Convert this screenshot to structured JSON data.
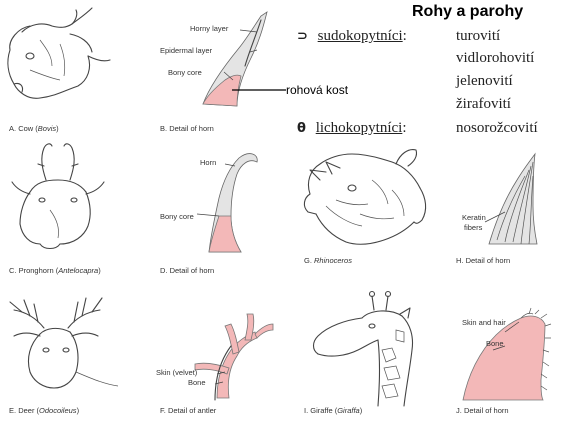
{
  "header": {
    "title": "Rohy a parohy"
  },
  "groups": {
    "sudo": {
      "bullet": "⊃",
      "label": "sudokopytníci",
      "colon": ":"
    },
    "licho": {
      "bullet": "θ",
      "label": "lichokopytníci",
      "colon": ":"
    }
  },
  "families": [
    "turovití",
    "vidlorohovití",
    "jelenovití",
    "žirafovití",
    "nosorožcovití"
  ],
  "annotation": {
    "rohova_kost": "rohová kost"
  },
  "panels": {
    "A": {
      "letter": "A.",
      "text": "Cow (",
      "italic": "Bovis",
      "end": ")"
    },
    "B": {
      "letter": "B.",
      "text": "Detail of horn"
    },
    "C": {
      "letter": "C.",
      "text": "Pronghorn (",
      "italic": "Antelocapra",
      "end": ")"
    },
    "D": {
      "letter": "D.",
      "text": "Detail of horn"
    },
    "E": {
      "letter": "E.",
      "text": "Deer (",
      "italic": "Odocoileus",
      "end": ")"
    },
    "F": {
      "letter": "F.",
      "text": "Detail of antler"
    },
    "G": {
      "letter": "G.",
      "text": "",
      "italic": "Rhinoceros",
      "end": ""
    },
    "H": {
      "letter": "H.",
      "text": "Detail of horn"
    },
    "I": {
      "letter": "I.",
      "text": "Giraffe (",
      "italic": "Giraffa",
      "end": ")"
    },
    "J": {
      "letter": "J.",
      "text": "Detail of horn"
    }
  },
  "labels": {
    "B": {
      "horny_layer": "Horny layer",
      "epidermal_layer": "Epidermal layer",
      "bony_core": "Bony core"
    },
    "D": {
      "horn": "Horn",
      "bony_core": "Bony core"
    },
    "F": {
      "skin": "Skin (velvet)",
      "bone": "Bone"
    },
    "H": {
      "keratin": "Keratin",
      "fibers": "fibers"
    },
    "J": {
      "skin_hair": "Skin and hair",
      "bone": "Bone"
    }
  }
}
